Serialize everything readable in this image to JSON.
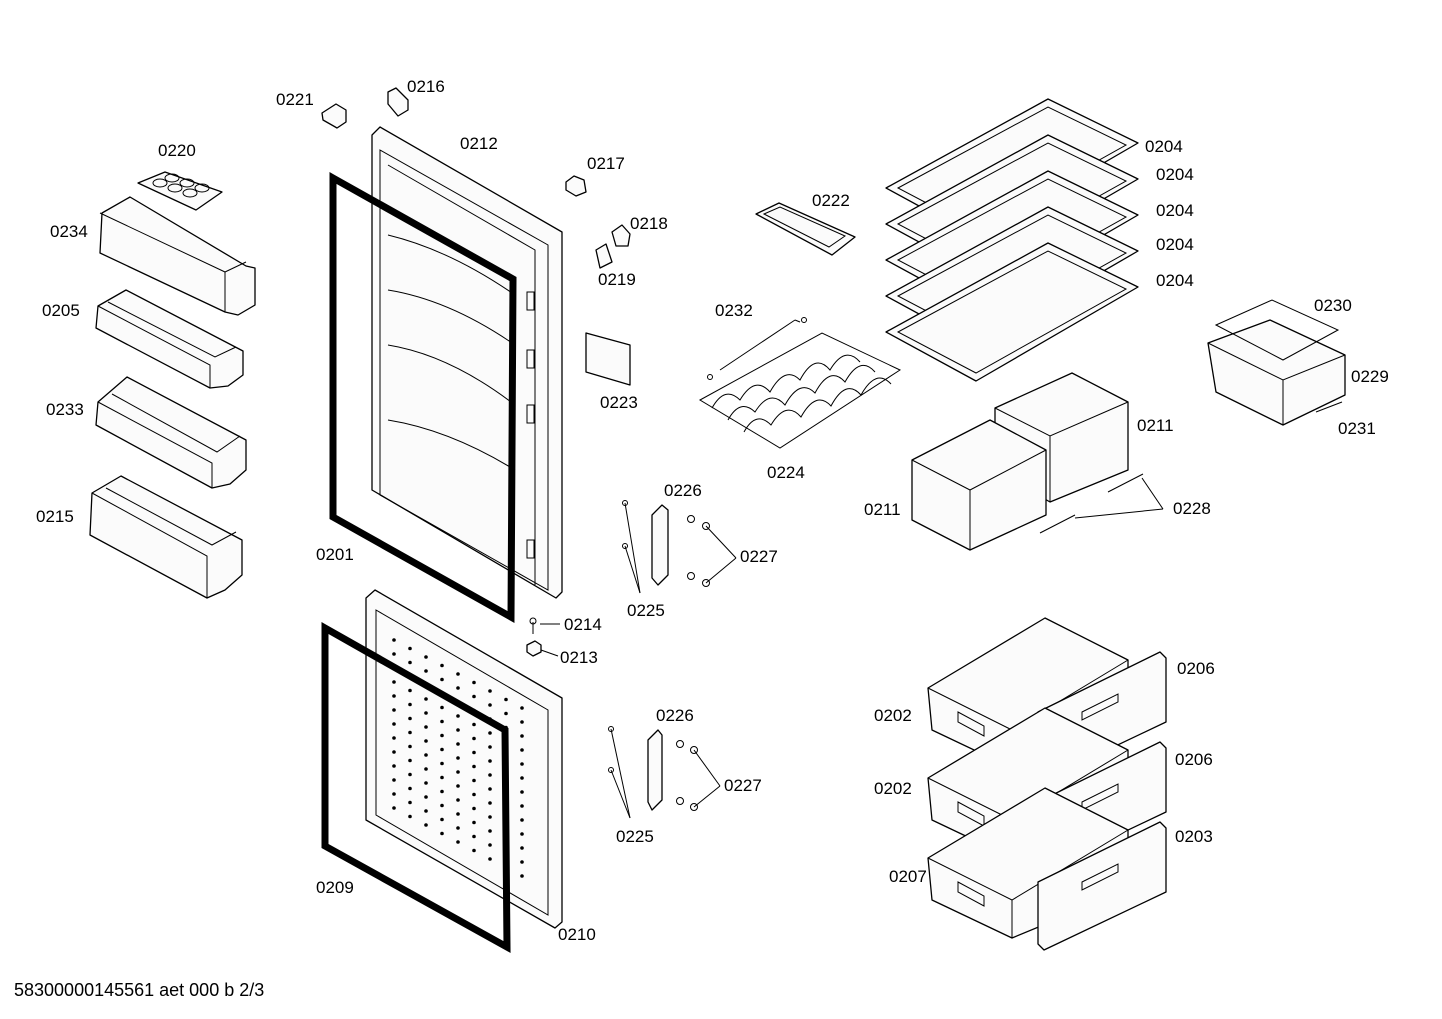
{
  "labels": {
    "l0201": "0201",
    "l0202a": "0202",
    "l0202b": "0202",
    "l0203": "0203",
    "l0204a": "0204",
    "l0204b": "0204",
    "l0204c": "0204",
    "l0204d": "0204",
    "l0204e": "0204",
    "l0205": "0205",
    "l0206a": "0206",
    "l0206b": "0206",
    "l0207": "0207",
    "l0209": "0209",
    "l0210": "0210",
    "l0211a": "0211",
    "l0211b": "0211",
    "l0212": "0212",
    "l0213": "0213",
    "l0214": "0214",
    "l0215": "0215",
    "l0216": "0216",
    "l0217": "0217",
    "l0218": "0218",
    "l0219": "0219",
    "l0220": "0220",
    "l0221": "0221",
    "l0222": "0222",
    "l0223": "0223",
    "l0224": "0224",
    "l0225a": "0225",
    "l0225b": "0225",
    "l0226a": "0226",
    "l0226b": "0226",
    "l0227a": "0227",
    "l0227b": "0227",
    "l0228": "0228",
    "l0229": "0229",
    "l0230": "0230",
    "l0231": "0231",
    "l0232": "0232",
    "l0233": "0233",
    "l0234": "0234"
  },
  "footer": "58300000145561 aet 000 b 2/3"
}
